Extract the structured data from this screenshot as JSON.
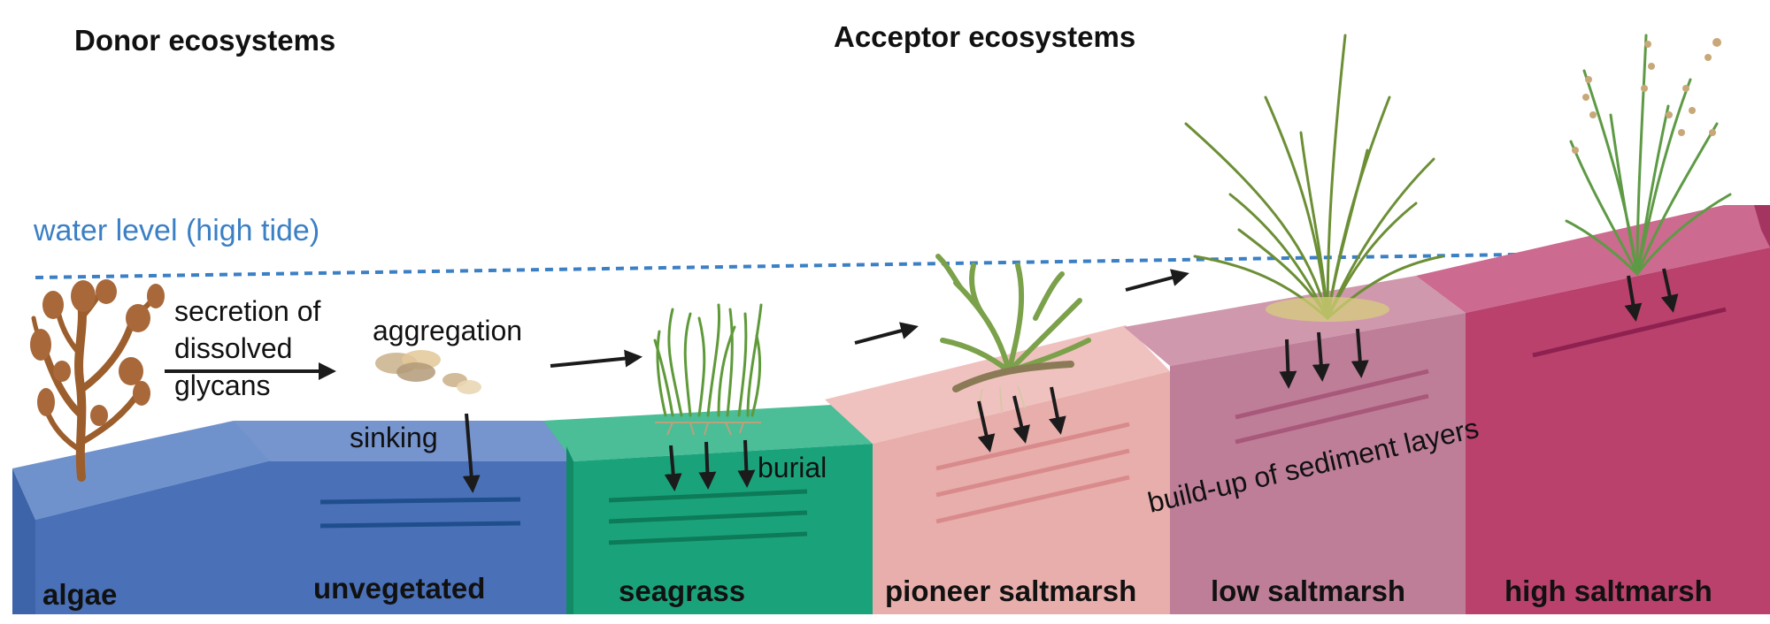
{
  "headers": {
    "donor": "Donor ecosystems",
    "acceptor": "Acceptor ecosystems"
  },
  "water_level": "water level (high tide)",
  "process_labels": {
    "secretion_line1": "secretion of",
    "secretion_line2": "dissolved",
    "secretion_line3": "glycans",
    "aggregation": "aggregation",
    "sinking": "sinking",
    "burial": "burial",
    "buildup": "build-up of sediment layers"
  },
  "zones": [
    {
      "label": "algae",
      "front": "#4a71b8",
      "top": "#7092cc",
      "side": "#3d63a8"
    },
    {
      "label": "unvegetated",
      "front": "#4a71b8",
      "top": "#7694cd",
      "side": "#3d63a8"
    },
    {
      "label": "seagrass",
      "front": "#1aa37b",
      "top": "#4bbd97",
      "side": "#138a66"
    },
    {
      "label": "pioneer saltmarsh",
      "front": "#e8aeab",
      "top": "#f0c2bf",
      "side": "#dc9c99"
    },
    {
      "label": "low saltmarsh",
      "front": "#bf7e98",
      "top": "#cf98ad",
      "side": "#b06d88"
    },
    {
      "label": "high saltmarsh",
      "front": "#b9416c",
      "top": "#cc6a8f",
      "side": "#a43560"
    }
  ],
  "colors": {
    "water_line": "#3b7fc4",
    "arrow": "#1b1b1b",
    "algae_plant": "#9b5e2c",
    "grass": "#5f9a3a",
    "sediment_blue": "#1f4e8c",
    "sediment_green": "#0d7a58",
    "sediment_pink": "#d98b8c",
    "sediment_mauve": "#a8587a",
    "sediment_red": "#8e2150"
  }
}
